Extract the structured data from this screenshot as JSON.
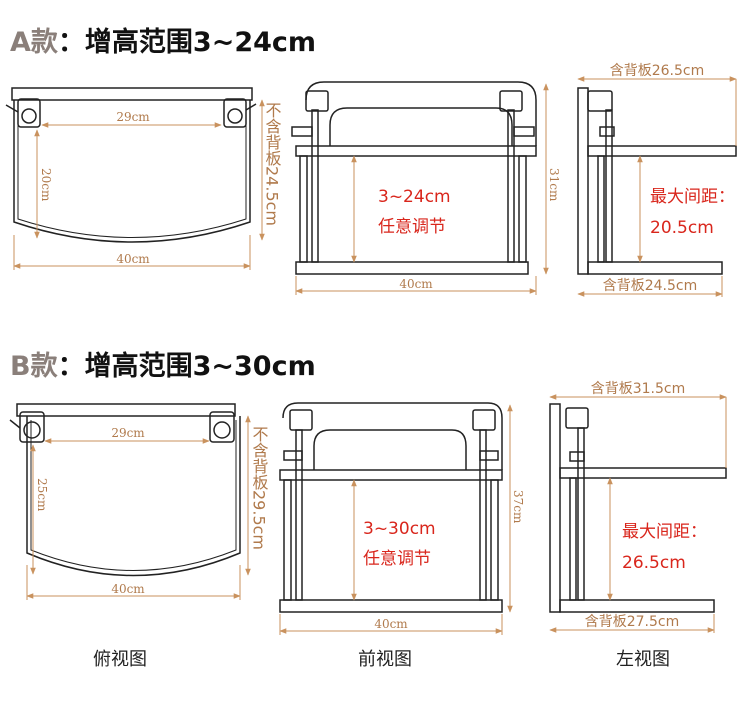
{
  "model_a": {
    "title_model": "A款",
    "title_rest": "：增高范围3~24cm",
    "top": {
      "width_inner": "29cm",
      "depth": "20cm",
      "width": "40cm",
      "depth_note": "不含背板24.5cm"
    },
    "front": {
      "adjust_range": "3~24cm",
      "adjust_text": "任意调节",
      "height": "31cm",
      "width": "40cm"
    },
    "side": {
      "top_width": "含背板26.5cm",
      "max_gap_label": "最大间距：",
      "max_gap_value": "20.5cm",
      "bottom_width": "含背板24.5cm"
    }
  },
  "model_b": {
    "title_model": "B款",
    "title_rest": "：增高范围3~30cm",
    "top": {
      "width_inner": "29cm",
      "depth": "25cm",
      "width": "40cm",
      "depth_note": "不含背板29.5cm"
    },
    "front": {
      "adjust_range": "3~30cm",
      "adjust_text": "任意调节",
      "height": "37cm",
      "width": "40cm"
    },
    "side": {
      "top_width": "含背板31.5cm",
      "max_gap_label": "最大间距：",
      "max_gap_value": "26.5cm",
      "bottom_width": "含背板27.5cm"
    }
  },
  "view_labels": {
    "top": "俯视图",
    "front": "前视图",
    "side": "左视图"
  },
  "colors": {
    "line": "#222222",
    "dim": "#c9925e",
    "dim_text": "#b07a4c",
    "annotation_red": "#d9261c",
    "title_model": "#8a7f7a"
  }
}
